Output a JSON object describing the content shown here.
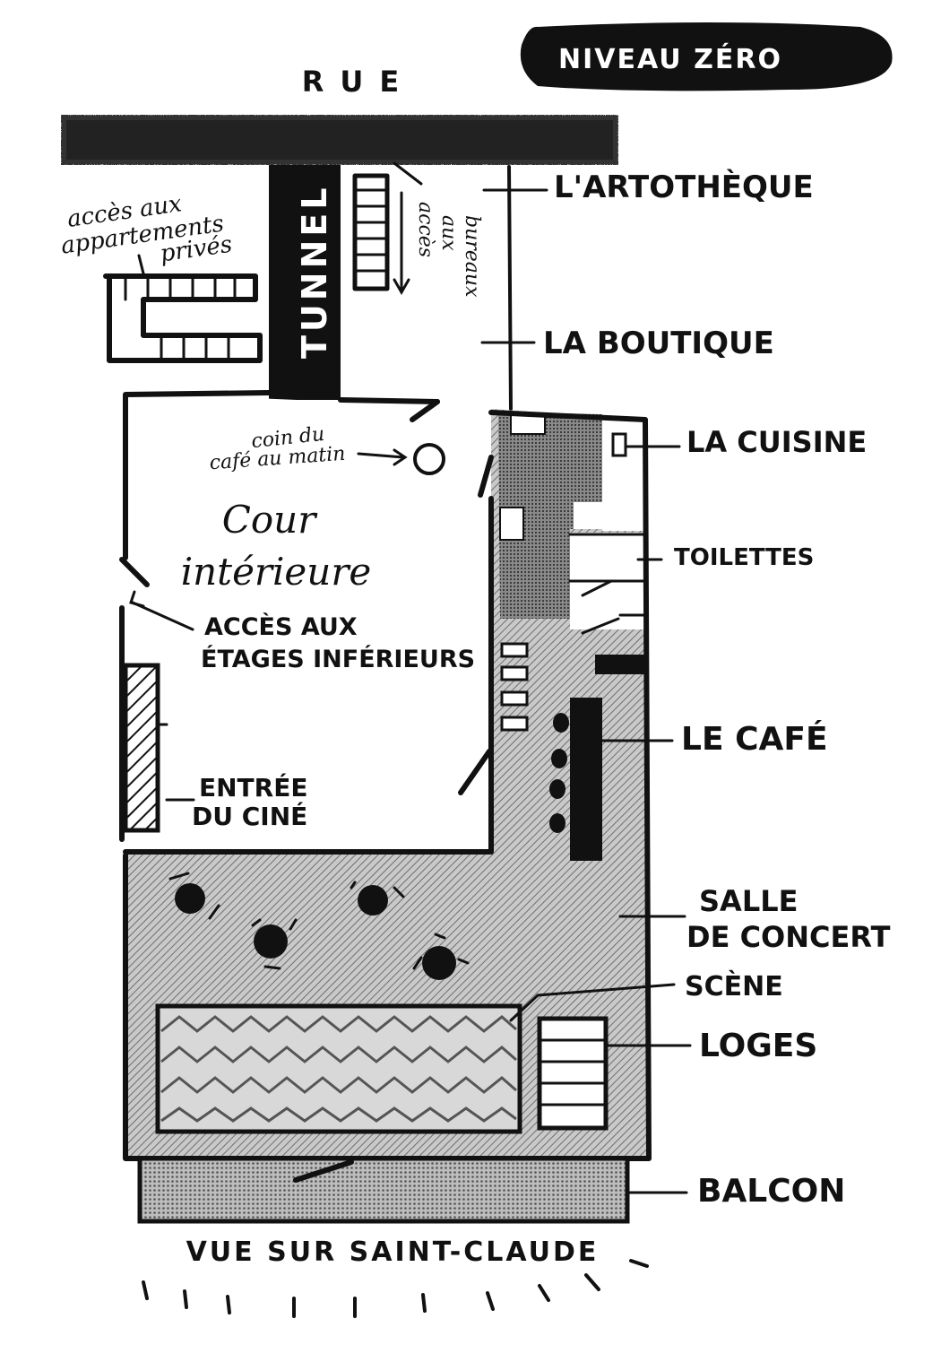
{
  "title": "NIVEAU ZÉRO",
  "street": "RUE",
  "bottom_view": "VUE SUR SAINT-CLAUDE",
  "map_text": {
    "tunnel": "TUNNEL",
    "courtyard_line1": "Cour",
    "courtyard_line2": "intérieure",
    "coffee_corner_line1": "coin du",
    "coffee_corner_line2": "café au matin",
    "apartments_line1": "accès aux",
    "apartments_line2": "appartements",
    "apartments_line3": "privés",
    "offices_line1": "accès",
    "offices_line2": "aux",
    "offices_line3": "bureaux",
    "lower_floors_line1": "ACCÈS AUX",
    "lower_floors_line2": "ÉTAGES INFÉRIEURS",
    "cinema_line1": "ENTRÉE",
    "cinema_line2": "DU CINÉ"
  },
  "legend": {
    "artotheque": "L'ARTOTHÈQUE",
    "boutique": "LA BOUTIQUE",
    "cuisine": "LA CUISINE",
    "toilettes": "TOILETTES",
    "cafe": "LE CAFÉ",
    "concert_line1": "SALLE",
    "concert_line2": "DE CONCERT",
    "scene": "SCÈNE",
    "loges": "LOGES",
    "balcon": "BALCON"
  },
  "colors": {
    "ink": "#111111",
    "hatch_gray": "#9a9a9a",
    "dark_fill": "#7a7a7a"
  }
}
